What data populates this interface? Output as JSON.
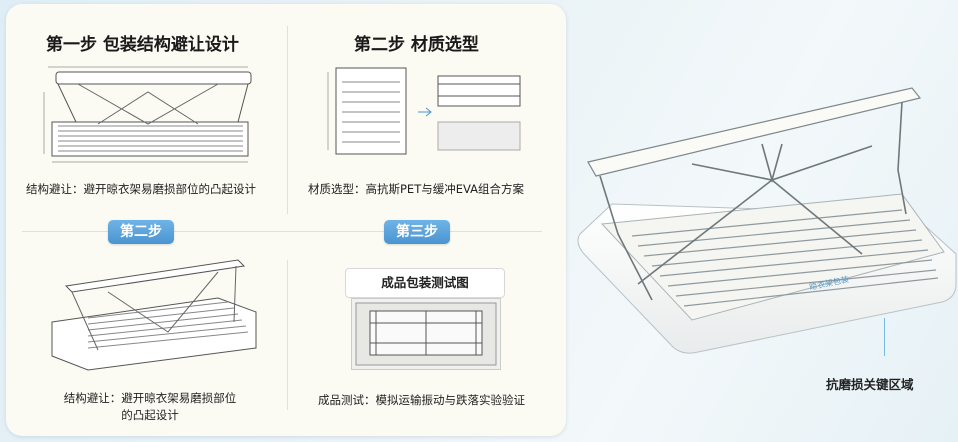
{
  "step1": {
    "heading": "第一步 包装结构避让设计",
    "caption": "结构避让：避开晾衣架易磨损部位的凸起设计"
  },
  "step2": {
    "heading": "第二步 材质选型",
    "caption": "材质选型：高抗斯PET与缓冲EVA组合方案"
  },
  "badges": {
    "left": "第二步",
    "right": "第三步"
  },
  "step3": {
    "caption_line1": "结构避让：避开晾衣架易磨损部位",
    "caption_line2": "的凸起设计"
  },
  "step4": {
    "box_title": "成品包装测试图",
    "caption": "成品测试：模拟运输振动与跌落实验验证"
  },
  "hero": {
    "region_label": "抗磨损关键区域",
    "base_text": "晾衣架包装"
  },
  "colors": {
    "accent": "#4a94d0",
    "panel": "#fbfaf3"
  }
}
